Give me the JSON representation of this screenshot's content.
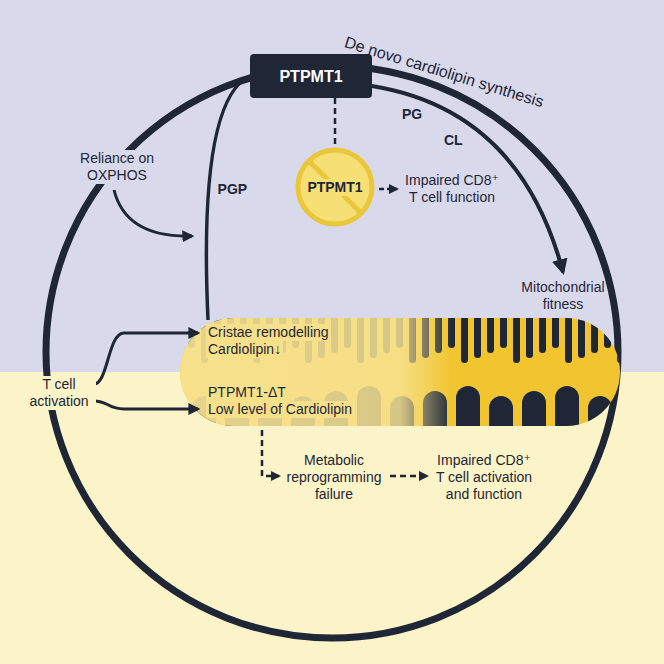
{
  "diagram": {
    "nodes": [
      {
        "text": [
          "De novo cardiolipin synthesis"
        ]
      },
      {
        "text": [
          "PTPMT1"
        ],
        "in": 0
      },
      {
        "text": [
          "PTPMT1"
        ],
        "in": 0
      },
      {
        "text": [
          "Cristae remodelling",
          "Cardiolipin↓",
          "PTPMT1-ΔT",
          "Low level of Cardiolipin"
        ],
        "in": 0
      }
    ],
    "edges": [
      {
        "from": 3,
        "to": 1,
        "label": "PGP",
        "arrow": "none"
      },
      {
        "from": 1,
        "to": 2,
        "arrow": "none"
      }
    ],
    "labels": [
      "Reliance on OXPHOS",
      "PG",
      "CL",
      "Impaired CD8⁺ T cell function",
      "Mitochondrial fitness",
      "T cell activation",
      "Metabolic reprogramming failure",
      "Impaired CD8⁺ T cell activation and function"
    ]
  }
}
